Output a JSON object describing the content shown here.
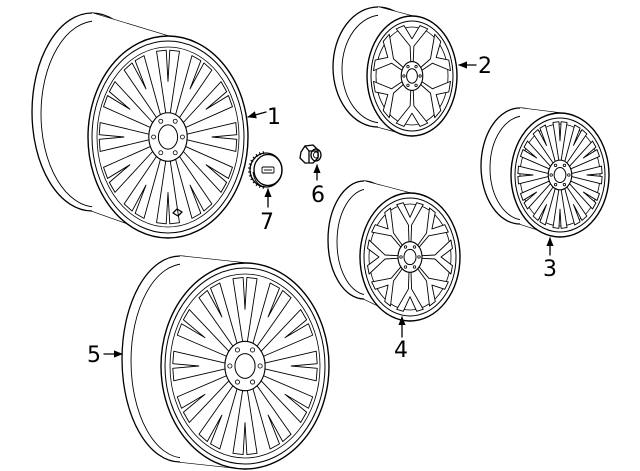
{
  "diagram": {
    "parts": [
      {
        "callout": "1",
        "part": "wheel"
      },
      {
        "callout": "2",
        "part": "wheel"
      },
      {
        "callout": "3",
        "part": "wheel"
      },
      {
        "callout": "4",
        "part": "wheel"
      },
      {
        "callout": "5",
        "part": "wheel"
      },
      {
        "callout": "6",
        "part": "lug-nut"
      },
      {
        "callout": "7",
        "part": "center-cap"
      }
    ],
    "line_color": "#000000",
    "background": "#ffffff",
    "cap_emblem": "gmc-emblem-icon"
  }
}
